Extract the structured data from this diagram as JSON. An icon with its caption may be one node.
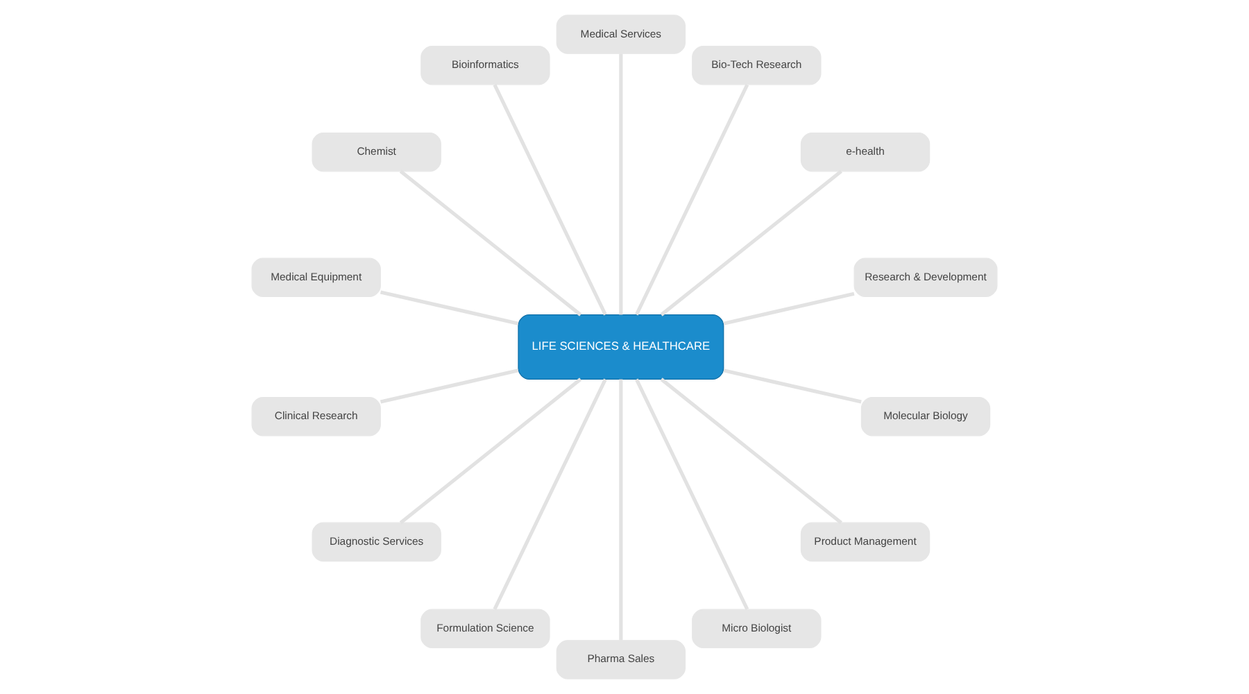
{
  "diagram": {
    "nodes": [
      {
        "text": [
          "Research & Development"
        ]
      },
      {
        "text": [
          "e-health"
        ]
      },
      {
        "text": [
          "Bio-Tech Research"
        ]
      },
      {
        "text": [
          "Medical Services"
        ]
      },
      {
        "text": [
          "Bioinformatics"
        ]
      },
      {
        "text": [
          "Chemist"
        ]
      },
      {
        "text": [
          "Medical Equipment"
        ]
      },
      {
        "text": [
          "LIFE SCIENCES & HEALTHCARE"
        ]
      },
      {
        "text": [
          "Clinical Research"
        ]
      },
      {
        "text": [
          "Diagnostic Services"
        ]
      },
      {
        "text": [
          "Formulation Science"
        ]
      },
      {
        "text": [
          "Pharma Sales"
        ]
      },
      {
        "text": [
          "Micro Biologist"
        ]
      },
      {
        "text": [
          "Product Management"
        ]
      },
      {
        "text": [
          "Molecular Biology"
        ]
      }
    ],
    "edges": [
      {
        "from": 7,
        "to": 0,
        "arrow": "none"
      },
      {
        "from": 7,
        "to": 1,
        "arrow": "none"
      },
      {
        "from": 7,
        "to": 2,
        "arrow": "none"
      },
      {
        "from": 7,
        "to": 3,
        "arrow": "none"
      },
      {
        "from": 7,
        "to": 4,
        "arrow": "none"
      },
      {
        "from": 7,
        "to": 5,
        "arrow": "none"
      },
      {
        "from": 7,
        "to": 6,
        "arrow": "none"
      },
      {
        "from": 7,
        "to": 8,
        "arrow": "none"
      },
      {
        "from": 7,
        "to": 9,
        "arrow": "none"
      },
      {
        "from": 7,
        "to": 10,
        "arrow": "none"
      },
      {
        "from": 7,
        "to": 11,
        "arrow": "none"
      },
      {
        "from": 7,
        "to": 12,
        "arrow": "none"
      },
      {
        "from": 7,
        "to": 13,
        "arrow": "none"
      },
      {
        "from": 7,
        "to": 14,
        "arrow": "none"
      }
    ]
  }
}
